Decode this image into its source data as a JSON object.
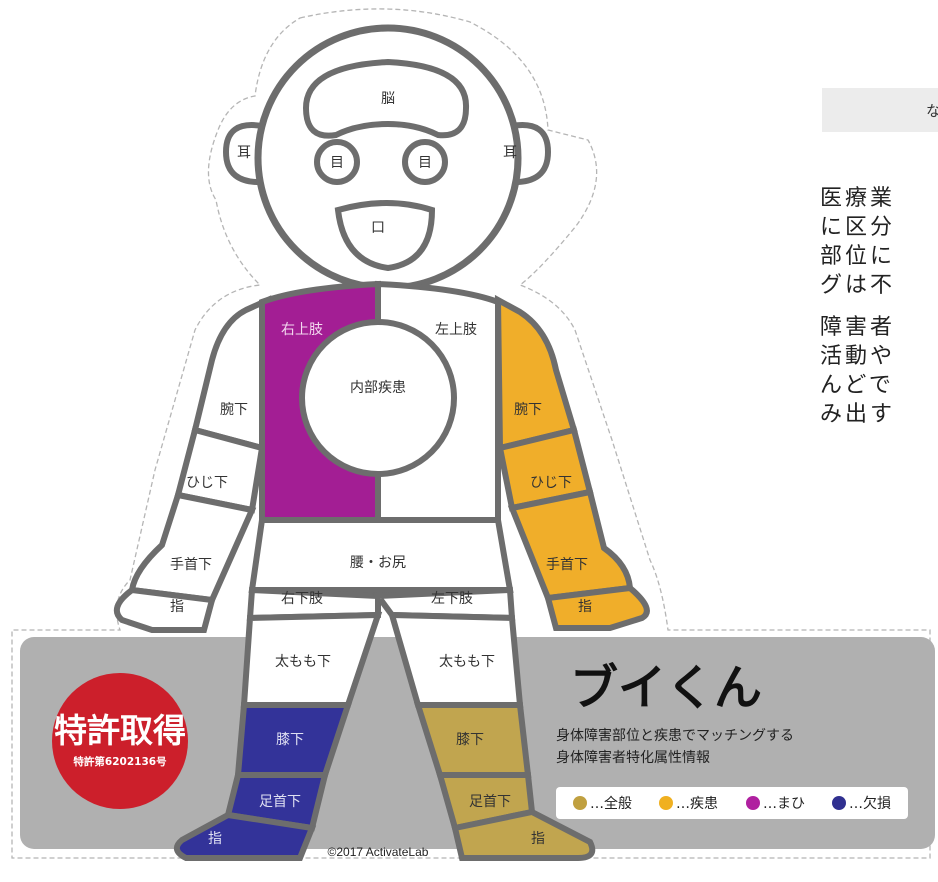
{
  "diagram": {
    "labels": {
      "brain": "脳",
      "ear_left": "耳",
      "ear_right": "耳",
      "eye_left": "目",
      "eye_right": "目",
      "mouth": "口",
      "right_upper_limb": "右上肢",
      "left_upper_limb": "左上肢",
      "internal": "内部疾患",
      "forearm_right_side": "腕下",
      "forearm_left_side": "腕下",
      "elbow_right_side": "ひじ下",
      "elbow_left_side": "ひじ下",
      "wrist_right_side": "手首下",
      "wrist_left_side": "手首下",
      "finger_right_side": "指",
      "finger_left_side": "指",
      "waist": "腰・お尻",
      "right_lower_limb": "右下肢",
      "left_lower_limb": "左下肢",
      "thigh_right": "太もも下",
      "thigh_left": "太もも下",
      "knee_right": "膝下",
      "knee_left": "膝下",
      "ankle_right": "足首下",
      "ankle_left": "足首下",
      "toe_right": "指",
      "toe_left": "指"
    },
    "copyright": "©2017 ActivateLab"
  },
  "patent": {
    "title": "特許取得",
    "number": "特許第6202136号"
  },
  "brand": {
    "name": "ブイくん",
    "line1": "身体障害部位と疾患でマッチングする",
    "line2": "身体障害者特化属性情報"
  },
  "legend": {
    "items": [
      {
        "label": "…全般",
        "color": "#c0a040"
      },
      {
        "label": "…疾患",
        "color": "#f0b020"
      },
      {
        "label": "…まひ",
        "color": "#b020a0"
      },
      {
        "label": "…欠損",
        "color": "#303090"
      }
    ]
  },
  "colors": {
    "paralysis": "#a31e94",
    "disease": "#f0ae2a",
    "deficit": "#333399",
    "general": "#c1a54f",
    "outline": "#6d6d6d",
    "panel": "#b0b0b0",
    "patent": "#cc1f2b"
  },
  "side": {
    "box_text": "な",
    "para1": [
      "医療業",
      "に区分",
      "部位に",
      "グは不"
    ],
    "para2": [
      "障害者",
      "活動や",
      "んどで",
      "み出す"
    ]
  }
}
